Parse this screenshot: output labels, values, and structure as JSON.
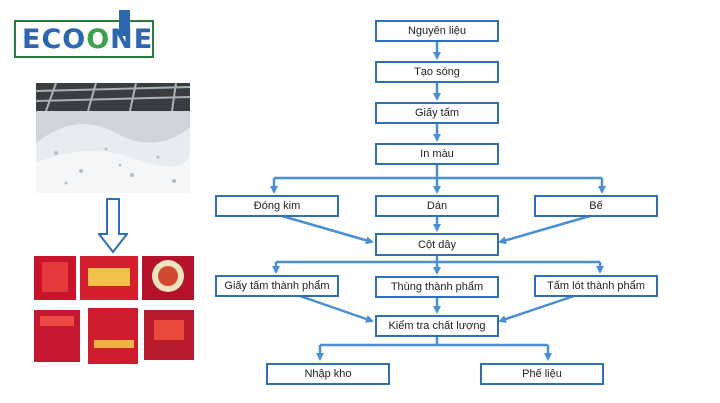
{
  "logo": {
    "text_part1": "ECO",
    "text_part2": "O",
    "text_part3": "NE"
  },
  "flowchart": {
    "nodes": {
      "raw_material": "Nguyên liệu",
      "corrugating": "Tạo sóng",
      "sheet": "Giấy tấm",
      "printing": "In màu",
      "stamping": "Đóng kim",
      "gluing": "Dán",
      "die_cutting": "Bế",
      "tying": "Cột dây",
      "finished_sheet": "Giấy tấm thành phẩm",
      "finished_carton": "Thùng thành phẩm",
      "finished_pad": "Tấm lót thành phẩm",
      "quality_check": "Kiểm tra chất lượng",
      "warehouse": "Nhập kho",
      "scrap": "Phế liệu"
    }
  },
  "colors": {
    "box_border": "#2f6fb5",
    "arrow": "#4a8fd0",
    "logo_blue": "#2c67b0",
    "logo_green": "#3aa34a"
  }
}
